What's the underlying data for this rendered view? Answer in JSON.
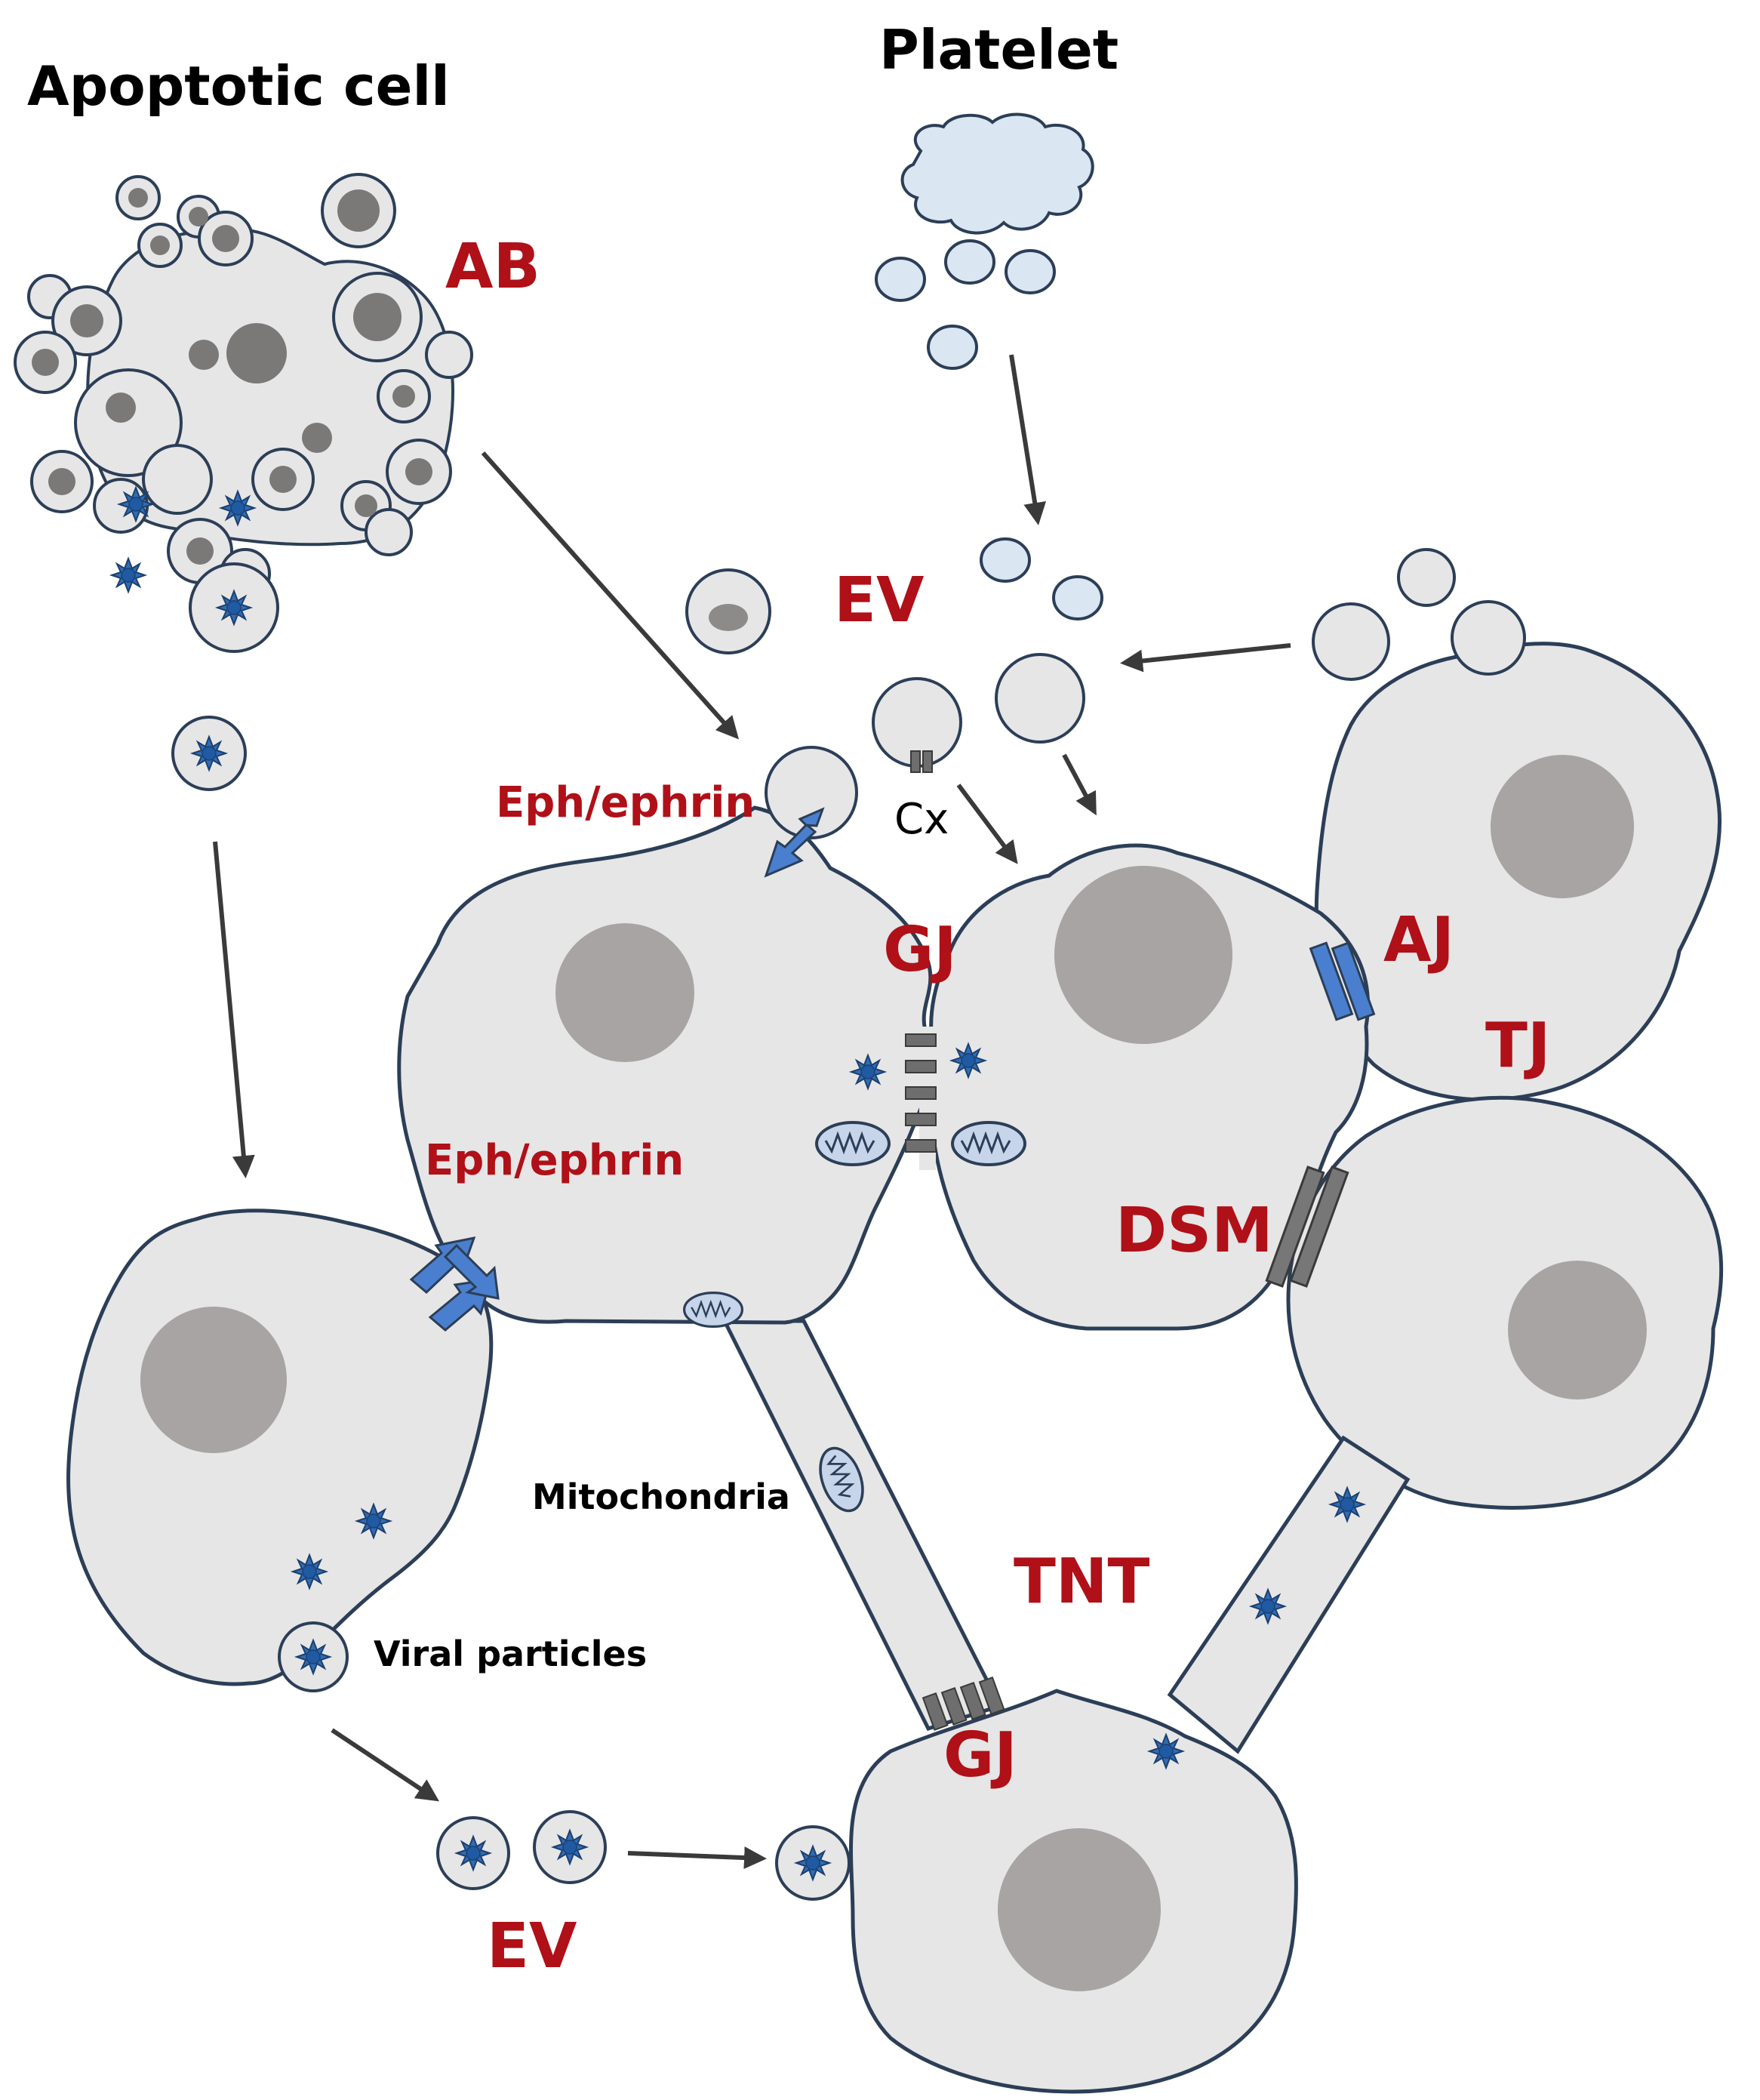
{
  "titles": {
    "apoptotic_cell": "Apoptotic cell",
    "platelet": "Platelet"
  },
  "labels": {
    "ab": "AB",
    "ev_top": "EV",
    "ev_bottom": "EV",
    "eph_top": "Eph/ephrin",
    "eph_left": "Eph/ephrin",
    "cx": "Cx",
    "gj_top": "GJ",
    "gj_bottom": "GJ",
    "aj": "AJ",
    "tj": "TJ",
    "dsm": "DSM",
    "tnt": "TNT",
    "mitochondria": "Mitochondria",
    "viral_particles": "Viral particles"
  },
  "colors": {
    "cell_fill": "#e6e6e6",
    "outline": "#2c3e57",
    "nucleus": "#a8a4a4",
    "label_red": "#b01018",
    "virus_blue": "#2f6db3",
    "platelet_fill": "#dbe6f3",
    "receptor_blue": "#4a7fcf",
    "junction_gray": "#6e6e6e",
    "arrow": "#3a3a3a"
  },
  "icons": [
    "virus-icon",
    "mitochondrion-icon",
    "ephrin-receptor-icon",
    "gap-junction-icon"
  ]
}
